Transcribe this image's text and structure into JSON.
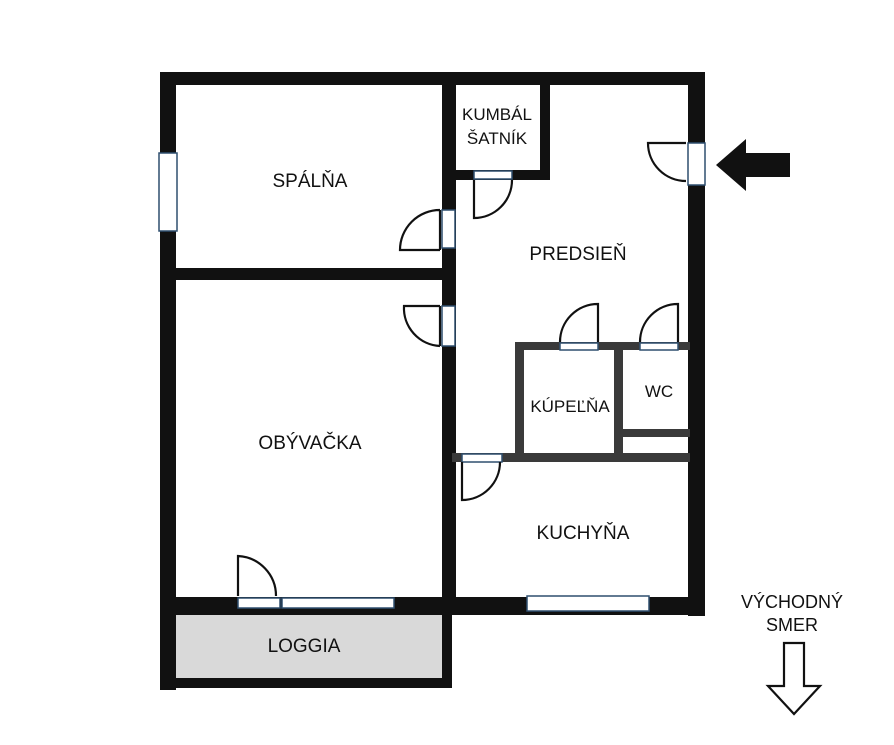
{
  "rooms": {
    "bedroom": "SPÁLŇA",
    "closet_line1": "KUMBÁL",
    "closet_line2": "ŠATNÍK",
    "hallway": "PREDSIEŇ",
    "bathroom": "KÚPEĽŇA",
    "wc": "WC",
    "living_room": "OBÝVAČKA",
    "kitchen": "KUCHYŇA",
    "loggia": "LOGGIA"
  },
  "orientation": {
    "line1": "VÝCHODNÝ",
    "line2": "SMER"
  },
  "colors": {
    "wall": "#111111",
    "loggia_fill": "#d9d9d9",
    "window_frame": "#2f4f6f"
  }
}
